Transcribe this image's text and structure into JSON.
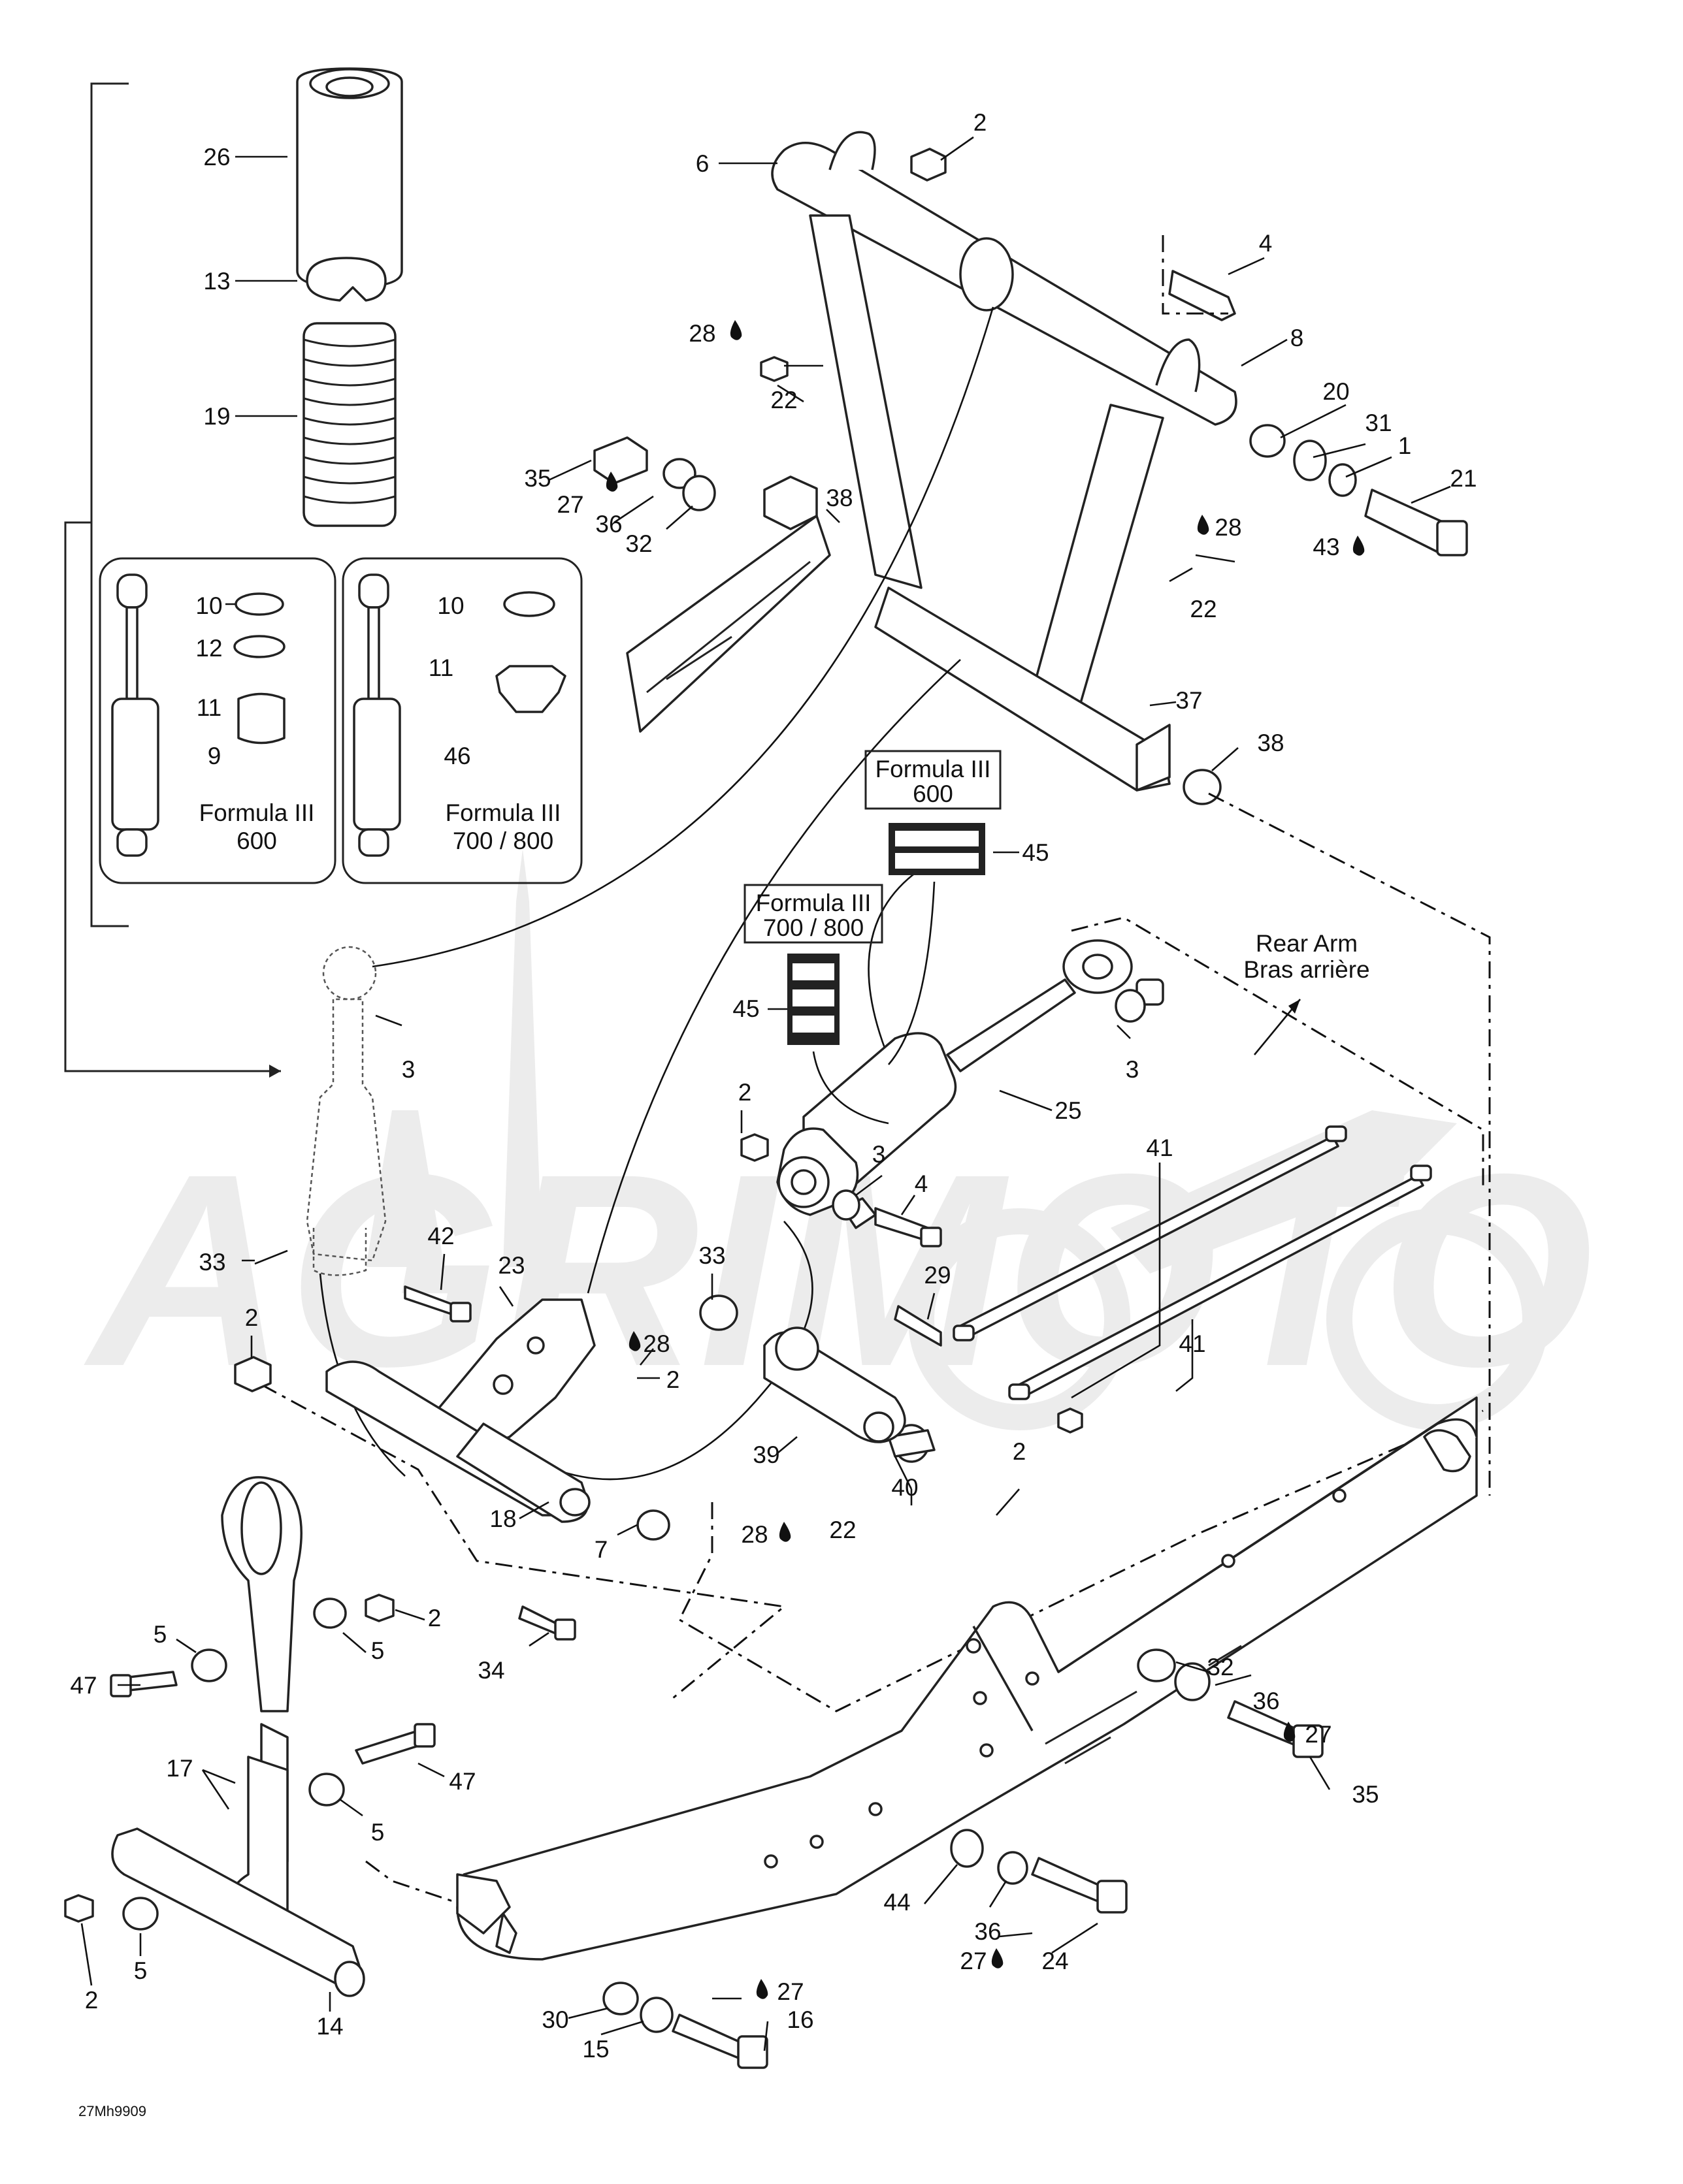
{
  "diagram_code": "27Mh9909",
  "watermark_text": "AGRIMOTO",
  "variant_labels": {
    "shock_600": [
      "Formula III",
      "600"
    ],
    "shock_700": [
      "Formula III",
      "700 / 800"
    ],
    "decal_600": [
      "Formula III",
      "600"
    ],
    "decal_700": [
      "Formula III",
      "700 / 800"
    ]
  },
  "rear_arm_label": [
    "Rear Arm",
    "Bras arrière"
  ],
  "callouts": [
    "1",
    "2",
    "3",
    "4",
    "5",
    "6",
    "7",
    "8",
    "9",
    "10",
    "11",
    "12",
    "13",
    "14",
    "15",
    "16",
    "17",
    "18",
    "19",
    "20",
    "21",
    "22",
    "23",
    "24",
    "25",
    "26",
    "27",
    "28",
    "29",
    "30",
    "31",
    "32",
    "33",
    "34",
    "35",
    "36",
    "37",
    "38",
    "39",
    "40",
    "41",
    "42",
    "43",
    "44",
    "45",
    "46",
    "47"
  ],
  "colors": {
    "ink": "#222222",
    "watermark": "#ececec",
    "background": "#ffffff"
  }
}
